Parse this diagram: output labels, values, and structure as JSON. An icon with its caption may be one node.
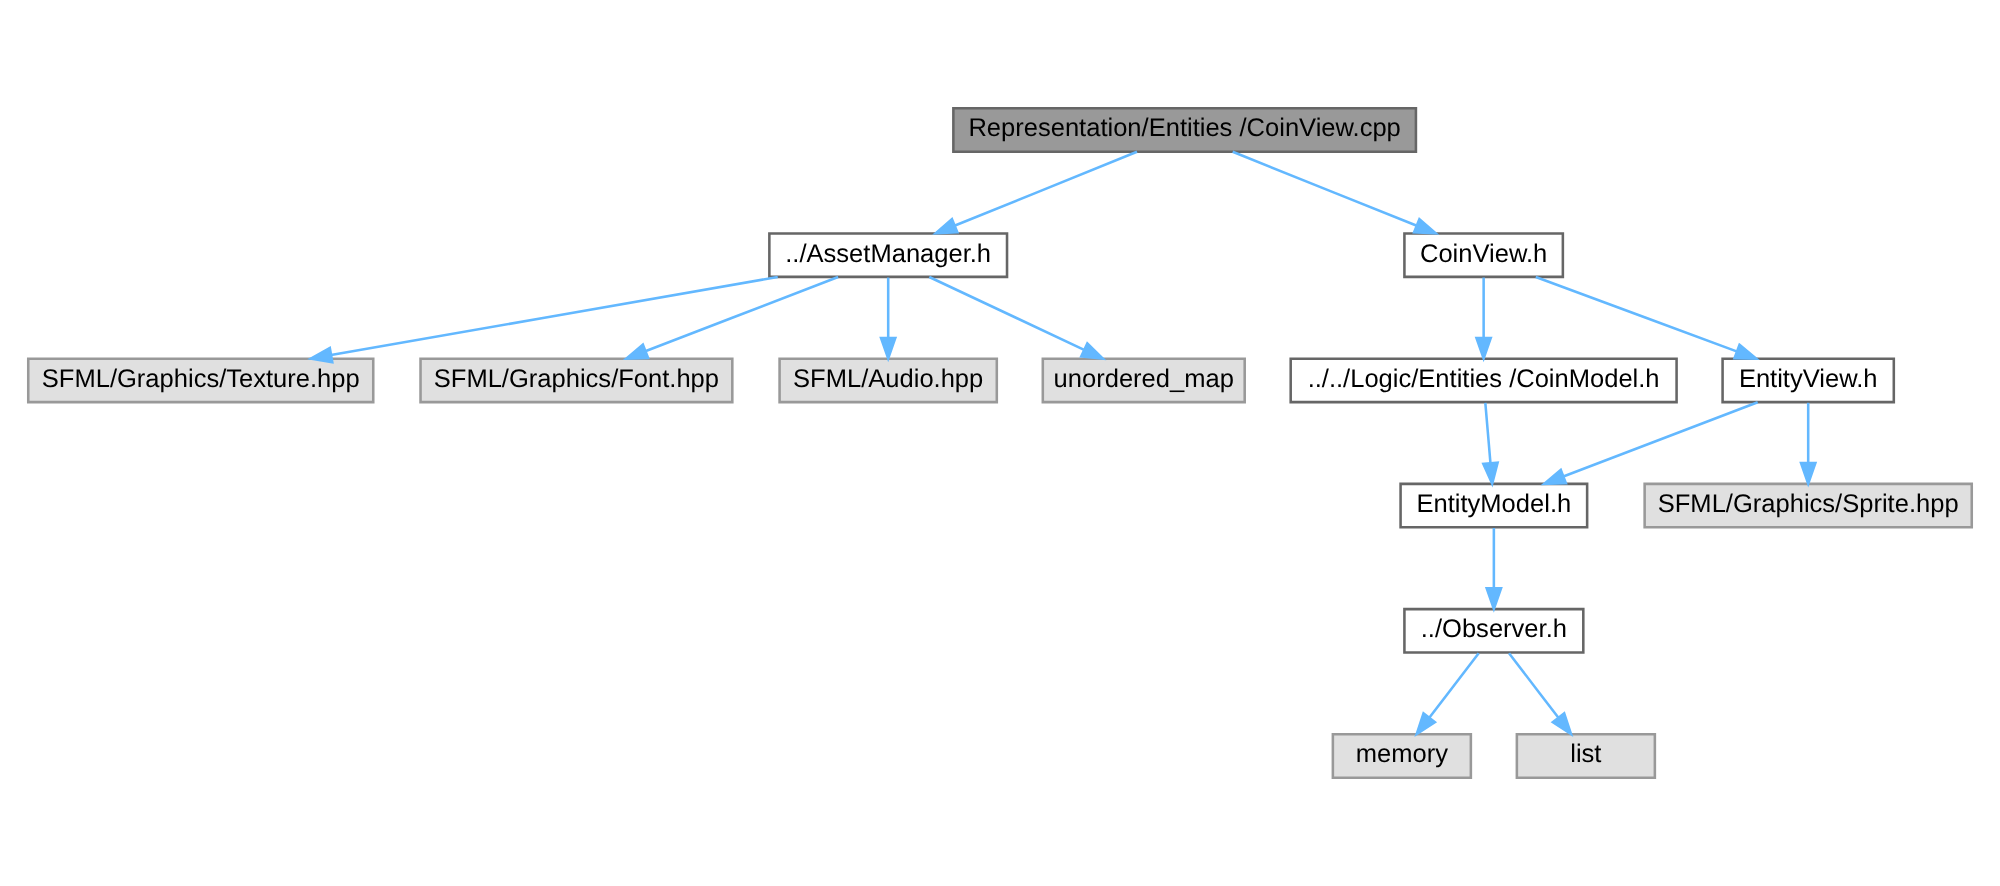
{
  "diagram": {
    "nodes": [
      {
        "text": [
          "Representation/Entities /CoinView.cpp"
        ]
      },
      {
        "text": [
          "../AssetManager.h"
        ]
      },
      {
        "text": [
          "CoinView.h"
        ]
      },
      {
        "text": [
          "SFML/Graphics/Texture.hpp"
        ]
      },
      {
        "text": [
          "SFML/Graphics/Font.hpp"
        ]
      },
      {
        "text": [
          "SFML/Audio.hpp"
        ]
      },
      {
        "text": [
          "unordered_map"
        ]
      },
      {
        "text": [
          "../../Logic/Entities /CoinModel.h"
        ]
      },
      {
        "text": [
          "EntityView.h"
        ]
      },
      {
        "text": [
          "EntityModel.h"
        ]
      },
      {
        "text": [
          "SFML/Graphics/Sprite.hpp"
        ]
      },
      {
        "text": [
          "../Observer.h"
        ]
      },
      {
        "text": [
          "memory"
        ]
      },
      {
        "text": [
          "list"
        ]
      }
    ],
    "edges": [
      {
        "from": 0,
        "to": 1,
        "arrow": "to"
      },
      {
        "from": 0,
        "to": 2,
        "arrow": "to"
      },
      {
        "from": 1,
        "to": 3,
        "arrow": "to"
      },
      {
        "from": 1,
        "to": 4,
        "arrow": "to"
      },
      {
        "from": 1,
        "to": 5,
        "arrow": "to"
      },
      {
        "from": 1,
        "to": 6,
        "arrow": "to"
      },
      {
        "from": 2,
        "to": 7,
        "arrow": "to"
      },
      {
        "from": 2,
        "to": 8,
        "arrow": "to"
      },
      {
        "from": 7,
        "to": 9,
        "arrow": "to"
      },
      {
        "from": 8,
        "to": 9,
        "arrow": "to"
      },
      {
        "from": 8,
        "to": 10,
        "arrow": "to"
      },
      {
        "from": 9,
        "to": 11,
        "arrow": "to"
      },
      {
        "from": 11,
        "to": 12,
        "arrow": "to"
      },
      {
        "from": 11,
        "to": 13,
        "arrow": "to"
      }
    ]
  }
}
